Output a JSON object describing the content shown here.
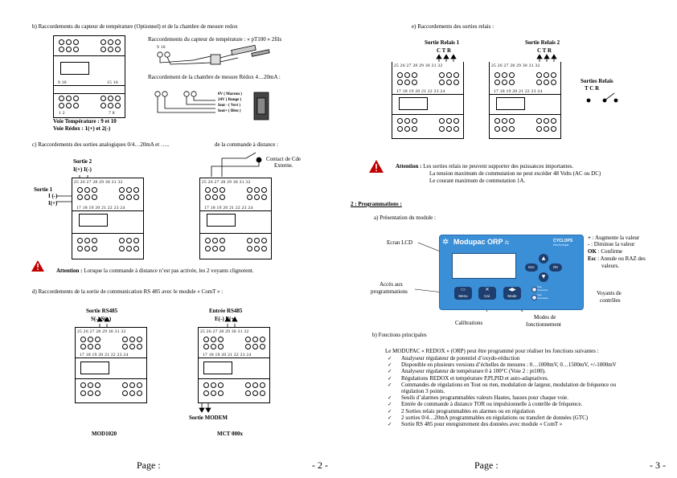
{
  "left": {
    "section_b": "b) Raccordements du capteur de température (Optionnel) et de  la chambre de mesure redox",
    "temp_sensor_label": "Raccordements du capteur de température : « pT100 » 2fils",
    "redox_label": "Raccordement de la chambre de mesure Rédox 4…20mA :",
    "redox_wires": [
      "0V  ( Marron )",
      "24V  ( Rouge )",
      "Iout - ( Vert )",
      "Iout+ ( Bleu )"
    ],
    "voie_temp": "Voie Température : 9 et 10",
    "voie_redox": "Voie Rédox : 1(+) et 2(-)",
    "section_c_a": "c) Raccordements des sorties analogiques 0/4…20mA  et  …..",
    "section_c_b": "de la commande à distance :",
    "contact_label_1": "Contact de Cde",
    "contact_label_2": "Externe.",
    "sortie2": "Sortie 2",
    "sortie2_pins": "I(+)  I(-)",
    "sortie1": "Sortie 1",
    "sortie1_minus": "I (-)",
    "sortie1_plus": "I(+)",
    "attention_label": "Attention :",
    "attention_text": " Lorsque la commande à distance n’est pas activée, les 2 voyants clignotent.",
    "section_d": "d) Raccordements de la sortie de communication RS 485 avec le module « ComT » :",
    "sortie_rs485": "Sortie RS485",
    "rs485_pins": "S(-)  S(+)",
    "entree_rs485": "Entrée RS485",
    "entree_pins": "E(-)  E(+)",
    "sortie_modem": "Sortie MODEM",
    "mod1020": "MOD1020",
    "mct": "MCT 000x",
    "page_label": "Page :",
    "page_num": "- 2 -"
  },
  "terminals": {
    "top_small": "9  10",
    "top_right": "15  16",
    "bottom_small": "1   2",
    "bottom_right": "7   8",
    "top_row": "25  26  27  28  29  30  31  32",
    "bottom_row": "17  18  19  20  21  22  23  24",
    "sensor_pins": "9   10"
  },
  "right": {
    "section_e": "e) Raccordements des sorties relais :",
    "relais1": "Sortie Relais 1",
    "relais2": "Sortie Relais 2",
    "ctr": "C  T  R",
    "sorties_relais": "Sorties Relais",
    "tcr": "T      C      R",
    "attention_label": "Attention :",
    "attention_lines": [
      "Les sorties relais ne peuvent supporter des puissances importantes.",
      "La tension maximum de commutation ne peut excéder  48 Volts (AC ou DC)",
      "Le courant maximum de commutation 1A."
    ],
    "section_2": "2 : Programmations :",
    "sub_a": "a) Présentation du module :",
    "ecran_lcd": "Ecran LCD",
    "keys": [
      {
        "key": "+",
        "text": " : Augmente la valeur"
      },
      {
        "key": "-",
        "text": " : Diminue la valeur"
      },
      {
        "key": "OK",
        "text": " : Confirme"
      },
      {
        "key": "Esc",
        "text": " : Annule ou RAZ des"
      }
    ],
    "keys_cont": "valeurs.",
    "acces_1": "Accès aux",
    "acces_2": "programmations",
    "voyants_1": "Voyants de",
    "voyants_2": "contrôles",
    "calibrations": "Calibrations",
    "modes_1": "Modes de",
    "modes_2": "fonctionnement",
    "sub_b": "b) Fonctions principales",
    "intro": "Le  MODUPAC « REDOX » (ORP) peut être programmé pour réaliser les fonctions suivantes :",
    "features": [
      "Analyseur régulateur de potentiel d’oxydo-réduction",
      "Disponible en plusieurs versions d’échelles de mesures : 0…1000mV, 0…1500mV, +/-1000mV",
      "Analyseur régulateur de température 0 à 100°C (Voie 2 : pt100).",
      "Régulations REDOX et température P,PI,PID et auto-adaptatives.",
      "Commandes de régulations en Tout ou rien, modulation de largeur, modulation de fréquence ou",
      "régulation 3 points.",
      "Seuils d’alarmes programmables  valeurs Hautes, basses pour chaque voie.",
      "Entrée de commande à distance TOR ou impulsionnelle à contrôle de fréquence.",
      "2 Sorties relais programmables en alarmes ou en régulation",
      "2 sorties 0/4…20mA programmables en régulations ou transfert de données (GTC)",
      "Sortie RS 485 pour enregistrement des données avec module « ComT »"
    ],
    "device": {
      "brand": "Modupac ORP",
      "brand_suffix": "/c",
      "cyclops": "CYCLOPS",
      "electronique": "Electronique",
      "btn_esc": "Esc",
      "btn_ok": "OK",
      "btn_menu": "Menu",
      "btn_cal": "Cal.",
      "btn_mode": "Mode",
      "lamp1": "Voie Ouverture",
      "lamp2": "Voie Fermeture",
      "color": "#3b8fd6"
    },
    "page_label": "Page :",
    "page_num": "- 3 -"
  }
}
